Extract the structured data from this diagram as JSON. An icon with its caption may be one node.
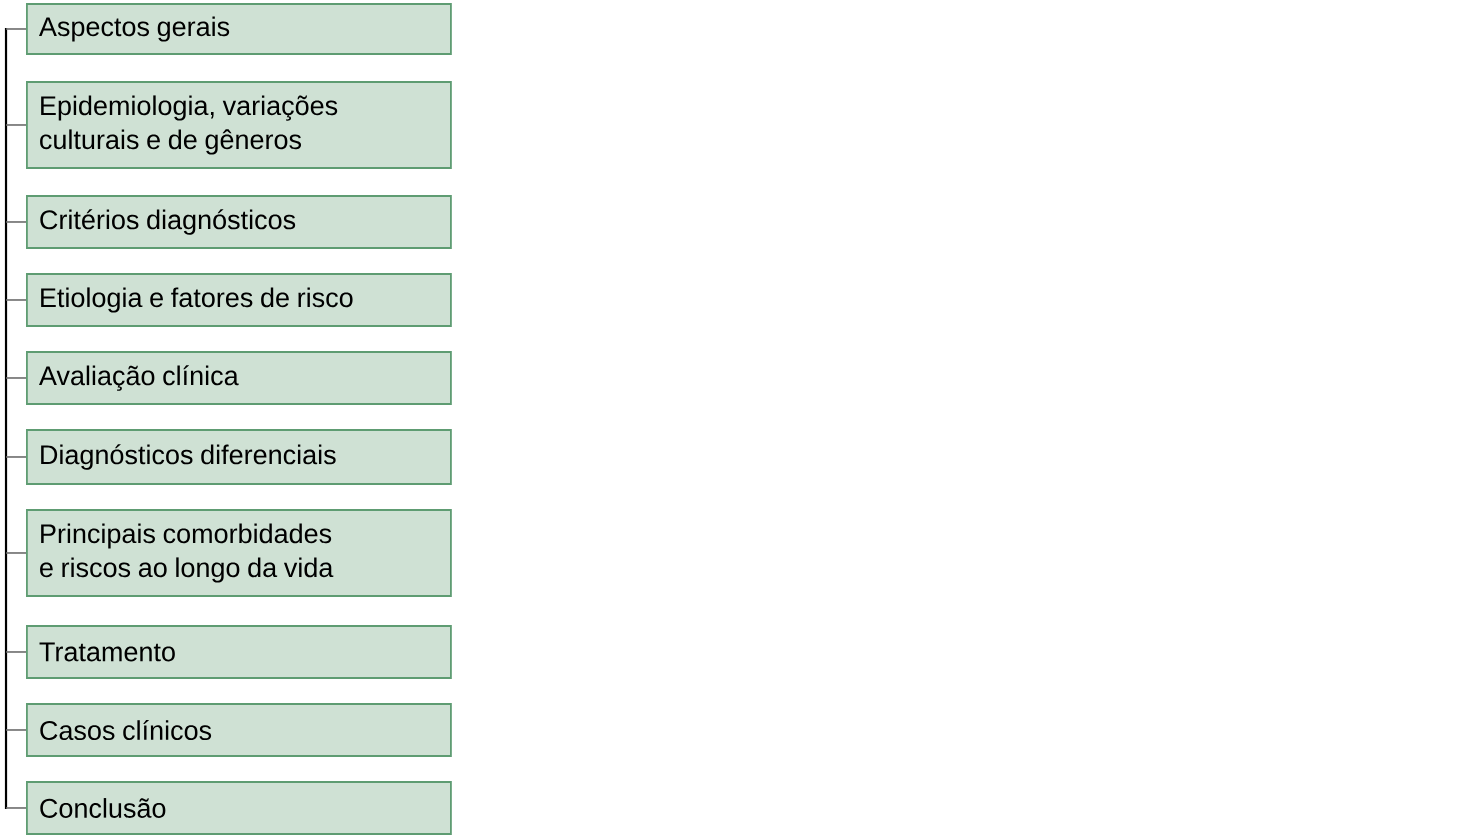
{
  "diagram": {
    "nodes": [
      {
        "text": [
          "Aspectos gerais"
        ]
      },
      {
        "text": [
          "Epidemiologia, variações culturais e de gêneros"
        ]
      },
      {
        "text": [
          "Critérios diagnósticos"
        ]
      },
      {
        "text": [
          "Etiologia e fatores de risco"
        ]
      },
      {
        "text": [
          "Avaliação clínica"
        ]
      },
      {
        "text": [
          "Diagnósticos diferenciais"
        ]
      },
      {
        "text": [
          "Principais comorbidades e riscos ao longo da vida"
        ]
      },
      {
        "text": [
          "Tratamento"
        ]
      },
      {
        "text": [
          "Casos clínicos"
        ]
      },
      {
        "text": [
          "Conclusão"
        ]
      }
    ]
  }
}
